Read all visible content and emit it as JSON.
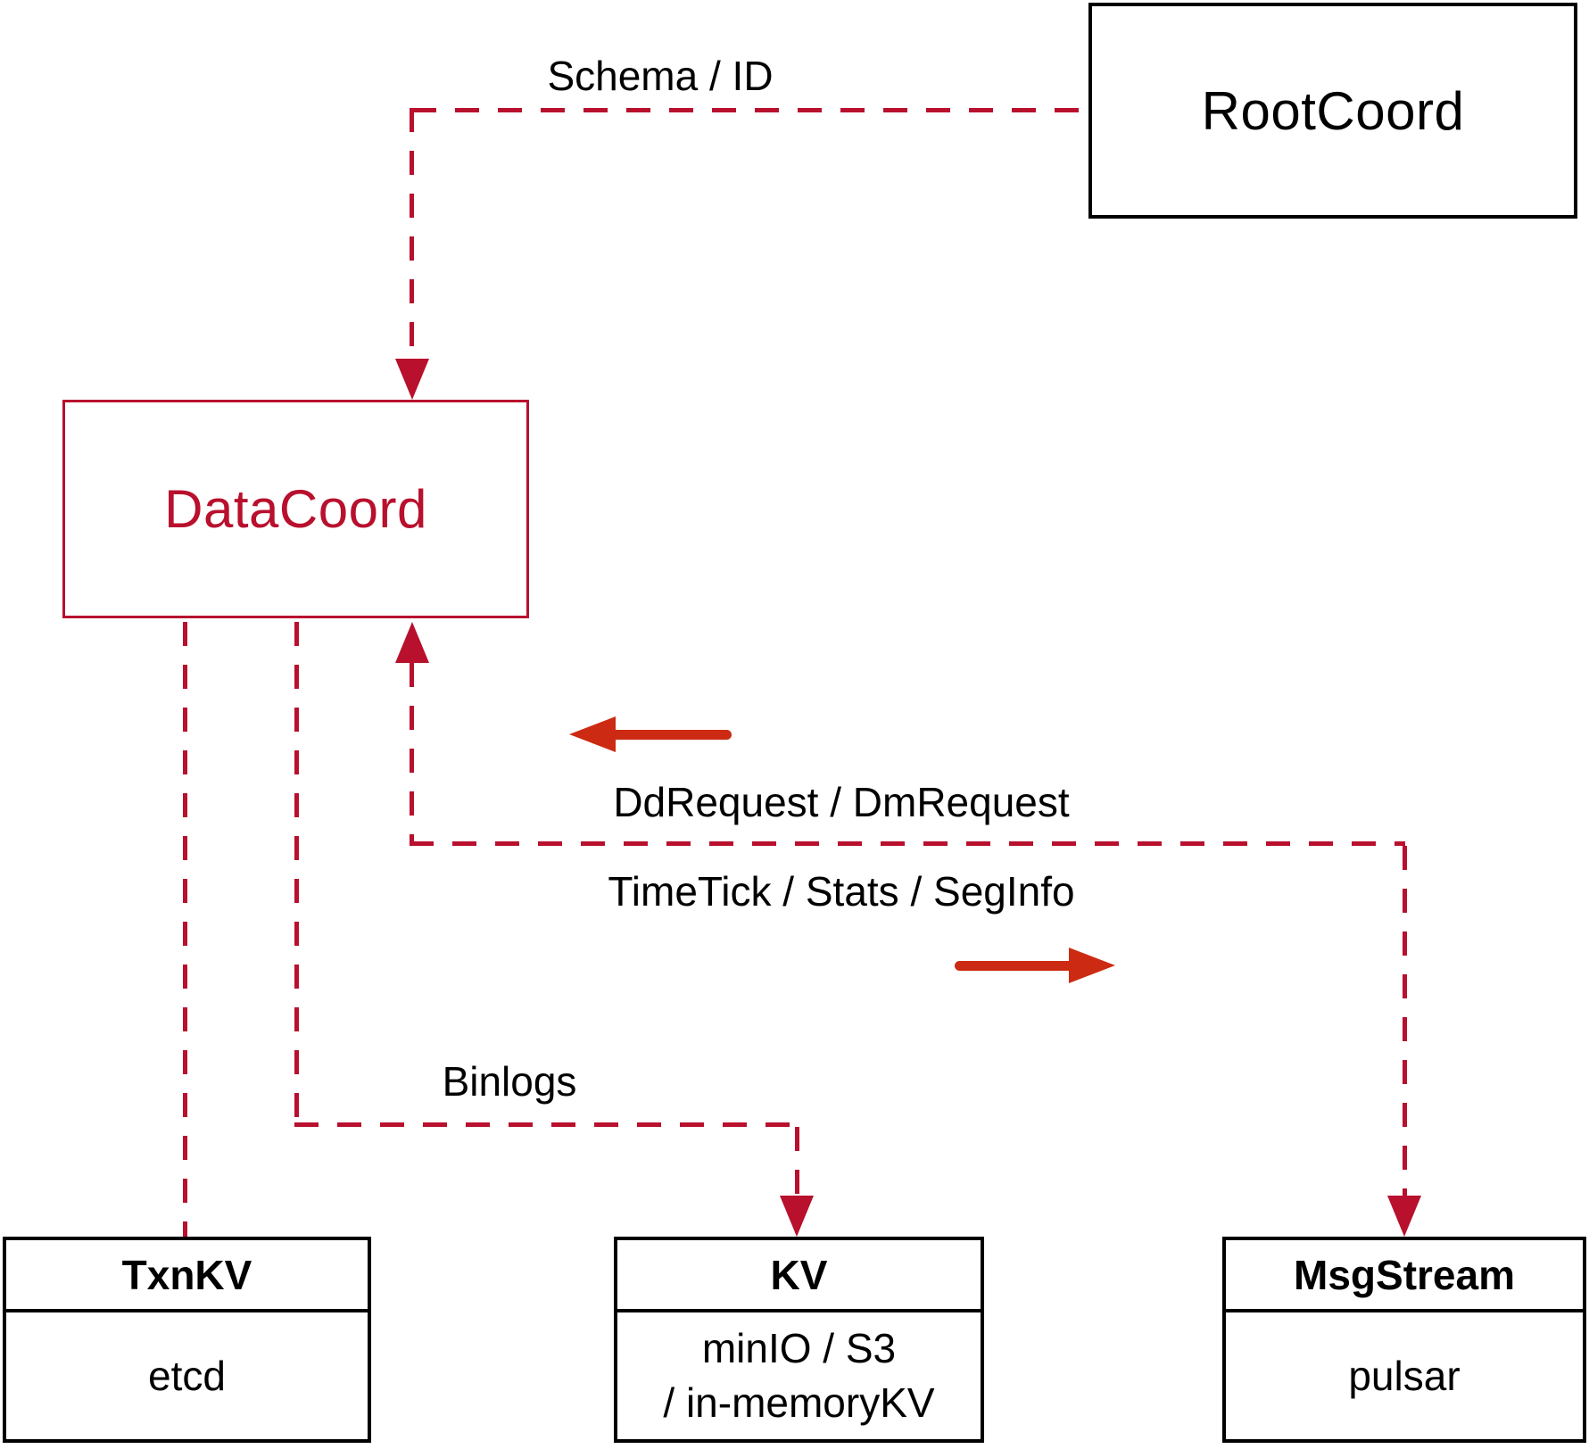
{
  "diagram": {
    "colors": {
      "background": "#ffffff",
      "dashed_edge": "#b8102d",
      "solid_arrow": "#cc2a12",
      "node_border": "#000000",
      "datacoord_accent": "#b8102d",
      "text": "#000000"
    },
    "nodes": {
      "rootcoord": {
        "label": "RootCoord"
      },
      "datacoord": {
        "label": "DataCoord"
      },
      "txnkv": {
        "title": "TxnKV",
        "body": "etcd"
      },
      "kv": {
        "title": "KV",
        "body_line1": "minIO / S3",
        "body_line2": "/ in-memoryKV"
      },
      "msgstream": {
        "title": "MsgStream",
        "body": "pulsar"
      }
    },
    "edges": {
      "schema_id": {
        "label": "Schema / ID"
      },
      "dd_dm_request": {
        "label": "DdRequest / DmRequest"
      },
      "timetick_stats_seginfo": {
        "label": "TimeTick / Stats / SegInfo"
      },
      "binlogs": {
        "label": "Binlogs"
      }
    }
  }
}
